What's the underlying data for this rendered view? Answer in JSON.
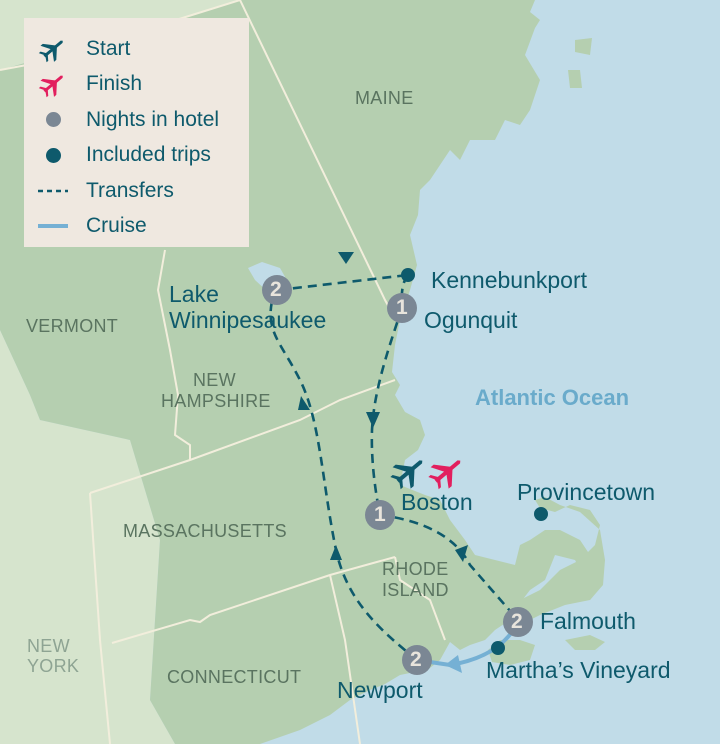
{
  "legend": {
    "items": [
      {
        "label": "Start",
        "icon": "plane-start-icon",
        "color": "#0e5a6c"
      },
      {
        "label": "Finish",
        "icon": "plane-finish-icon",
        "color": "#e21f5e"
      },
      {
        "label": "Nights in hotel",
        "icon": "grey-dot-icon",
        "color": "#7b8794"
      },
      {
        "label": "Included trips",
        "icon": "teal-dot-icon",
        "color": "#0e5a6c"
      },
      {
        "label": "Transfers",
        "icon": "dashed-line-icon",
        "color": "#0e5a6c"
      },
      {
        "label": "Cruise",
        "icon": "solid-line-icon",
        "color": "#75b0d4"
      }
    ]
  },
  "states": {
    "maine": "MAINE",
    "vermont": "VERMONT",
    "new_hampshire_1": "NEW",
    "new_hampshire_2": "HAMPSHIRE",
    "massachusetts": "MASSACHUSETTS",
    "rhode_island_1": "RHODE",
    "rhode_island_2": "ISLAND",
    "connecticut": "CONNECTICUT",
    "new_york_1": "NEW",
    "new_york_2": "YORK"
  },
  "ocean": "Atlantic Ocean",
  "places": {
    "kennebunkport": "Kennebunkport",
    "ogunquit": "Ogunquit",
    "lake_1": "Lake",
    "lake_2": "Winnipesaukee",
    "boston": "Boston",
    "provincetown": "Provincetown",
    "falmouth": "Falmouth",
    "marthas_vineyard": "Martha’s Vineyard",
    "newport": "Newport"
  },
  "hotel_nights": {
    "lake_winnipesaukee": "2",
    "ogunquit": "1",
    "boston": "1",
    "falmouth": "2",
    "newport": "2"
  },
  "colors": {
    "ocean": "#c1dce8",
    "land": "#b5cfb0",
    "land_light": "#d6e4cd",
    "border": "#f2eedc",
    "route": "#0e5a6c",
    "cruise": "#75b0d4",
    "hotel": "#7b8794",
    "finish": "#e21f5e",
    "legend_bg": "#efe8e0"
  }
}
